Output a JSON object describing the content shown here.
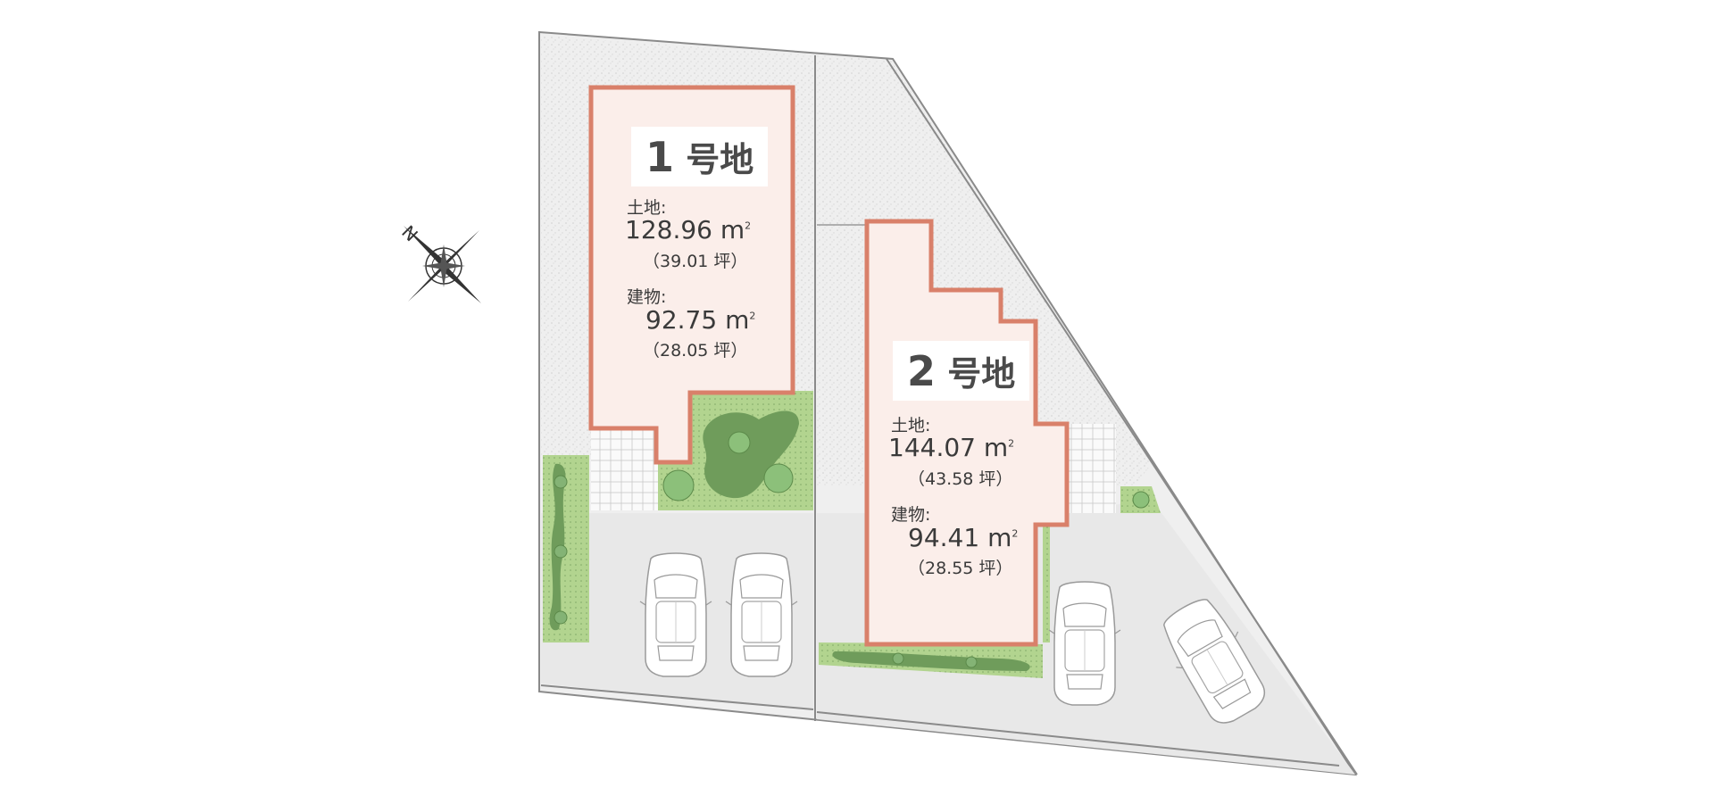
{
  "compass": {
    "icon": "compass-rose-icon",
    "north_label": "N"
  },
  "lot1": {
    "title_number": "1",
    "title_text": "号地",
    "land_label": "土地:",
    "land_area": "128.96",
    "land_unit": "m",
    "land_unit_sup": "2",
    "land_tsubo": "（39.01 坪）",
    "building_label": "建物:",
    "building_area": "92.75",
    "building_unit": "m",
    "building_unit_sup": "2",
    "building_tsubo": "（28.05 坪）"
  },
  "lot2": {
    "title_number": "2",
    "title_text": "号地",
    "land_label": "土地:",
    "land_area": "144.07",
    "land_unit": "m",
    "land_unit_sup": "2",
    "land_tsubo": "（43.58 坪）",
    "building_label": "建物:",
    "building_area": "94.41",
    "building_unit": "m",
    "building_unit_sup": "2",
    "building_tsubo": "（28.55 坪）"
  },
  "colors": {
    "building_fill": "#fbeeea",
    "building_outline": "#d9806a",
    "garden": "#a9cc87",
    "shrub": "#6d9a5a",
    "gravel": "#ececec",
    "parking": "#e9e9e9",
    "tile": "#f7f7f7"
  }
}
